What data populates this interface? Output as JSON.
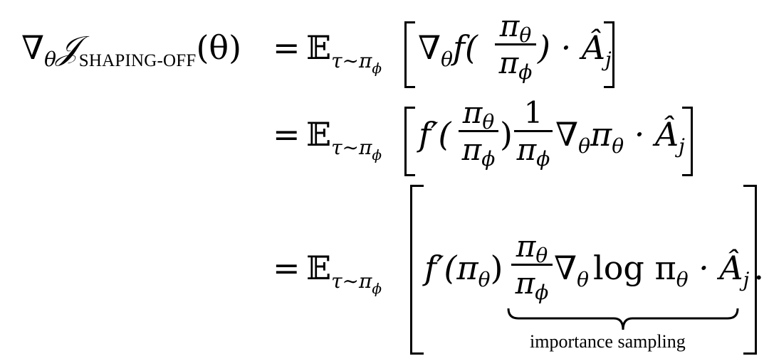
{
  "equation": {
    "lhs": {
      "nabla": "∇",
      "nabla_sub": "θ",
      "J": "𝒥",
      "J_sub": "SHAPING-OFF",
      "arg": "(θ)"
    },
    "line1": {
      "eq": "=",
      "E": "𝔼",
      "E_sub": "τ∼π",
      "E_sub_sub": "ϕ",
      "body_prefix": "∇",
      "body_prefix_sub": "θ",
      "f": "f(",
      "frac_num": "π",
      "frac_num_sub": "θ",
      "frac_den": "π",
      "frac_den_sub": "ϕ",
      "close": ") · Â",
      "close_sub": "j"
    },
    "line2": {
      "eq": "=",
      "E": "𝔼",
      "E_sub": "τ∼π",
      "E_sub_sub": "ϕ",
      "fprime": "f′(",
      "frac_num": "π",
      "frac_num_sub": "θ",
      "frac_den": "π",
      "frac_den_sub": "ϕ",
      "close_paren": ")",
      "frac2_num": "1",
      "frac2_den": "π",
      "frac2_den_sub": "ϕ",
      "grad": "∇",
      "grad_sub": "θ",
      "pi": "π",
      "pi_sub": "θ",
      "tail": " · Â",
      "tail_sub": "j"
    },
    "line3": {
      "eq": "=",
      "E": "𝔼",
      "E_sub": "τ∼π",
      "E_sub_sub": "ϕ",
      "fprime": "f′(π",
      "fprime_sub": "θ",
      "fprime_close": ")",
      "frac_num": "π",
      "frac_num_sub": "θ",
      "frac_den": "π",
      "frac_den_sub": "ϕ",
      "grad": "∇",
      "grad_sub": "θ",
      "log": "log π",
      "log_sub": "θ",
      "tail": " · Â",
      "tail_sub": "j",
      "period": ".",
      "underbrace_label": "importance sampling"
    }
  }
}
